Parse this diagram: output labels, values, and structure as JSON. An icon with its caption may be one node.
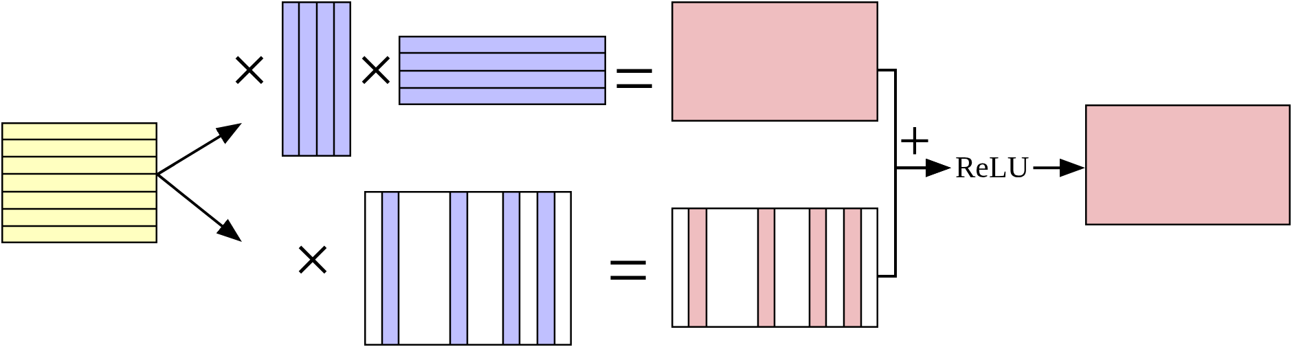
{
  "diagram": {
    "nodes": [
      {
        "text": [],
        "shape": "box"
      },
      {
        "text": [],
        "shape": "box"
      },
      {
        "text": [],
        "shape": "box"
      },
      {
        "text": [],
        "shape": "box"
      },
      {
        "text": [],
        "shape": "box"
      },
      {
        "text": [],
        "shape": "box"
      },
      {
        "text": [
          "ReLU"
        ]
      },
      {
        "text": [],
        "shape": "box"
      }
    ],
    "edges": [
      {
        "from": 0,
        "to": null,
        "arrow": "to"
      },
      {
        "from": 0,
        "to": null,
        "arrow": "to"
      },
      {
        "from": 3,
        "to": 6,
        "arrow": "to"
      },
      {
        "from": 5,
        "to": 6,
        "arrow": "to"
      },
      {
        "from": 6,
        "to": 7,
        "arrow": "to"
      }
    ],
    "labels": [
      "×",
      "×",
      "=",
      "+",
      "×",
      "="
    ]
  }
}
